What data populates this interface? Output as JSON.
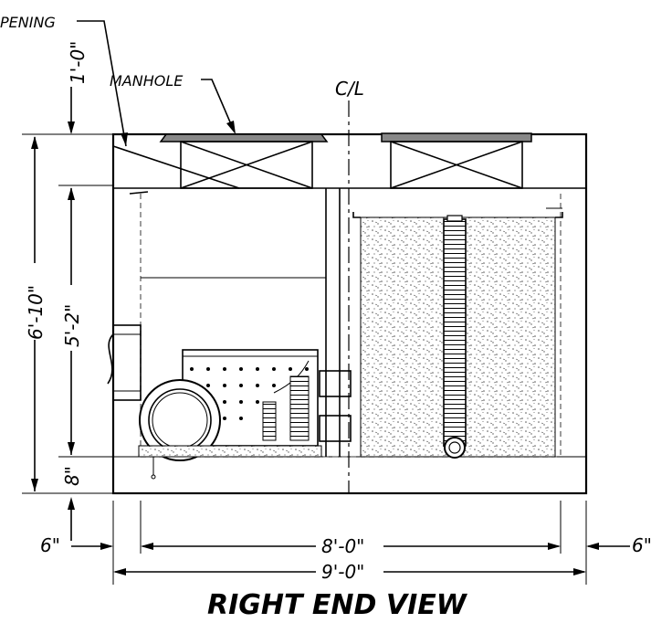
{
  "labels": {
    "opening": "PENING",
    "manhole": "MANHOLE",
    "centerline": "C/L",
    "title": "RIGHT END VIEW"
  },
  "dimensions": {
    "top_clearance": "1'-0\"",
    "total_height": "6'-10\"",
    "inner_height": "5'-2\"",
    "base": "8\"",
    "left_wall": "6\"",
    "right_wall": "6\"",
    "inner_width": "8'-0\"",
    "total_width": "9'-0\""
  },
  "colors": {
    "line": "#000000",
    "hatch": "#555555",
    "background": "#ffffff"
  }
}
